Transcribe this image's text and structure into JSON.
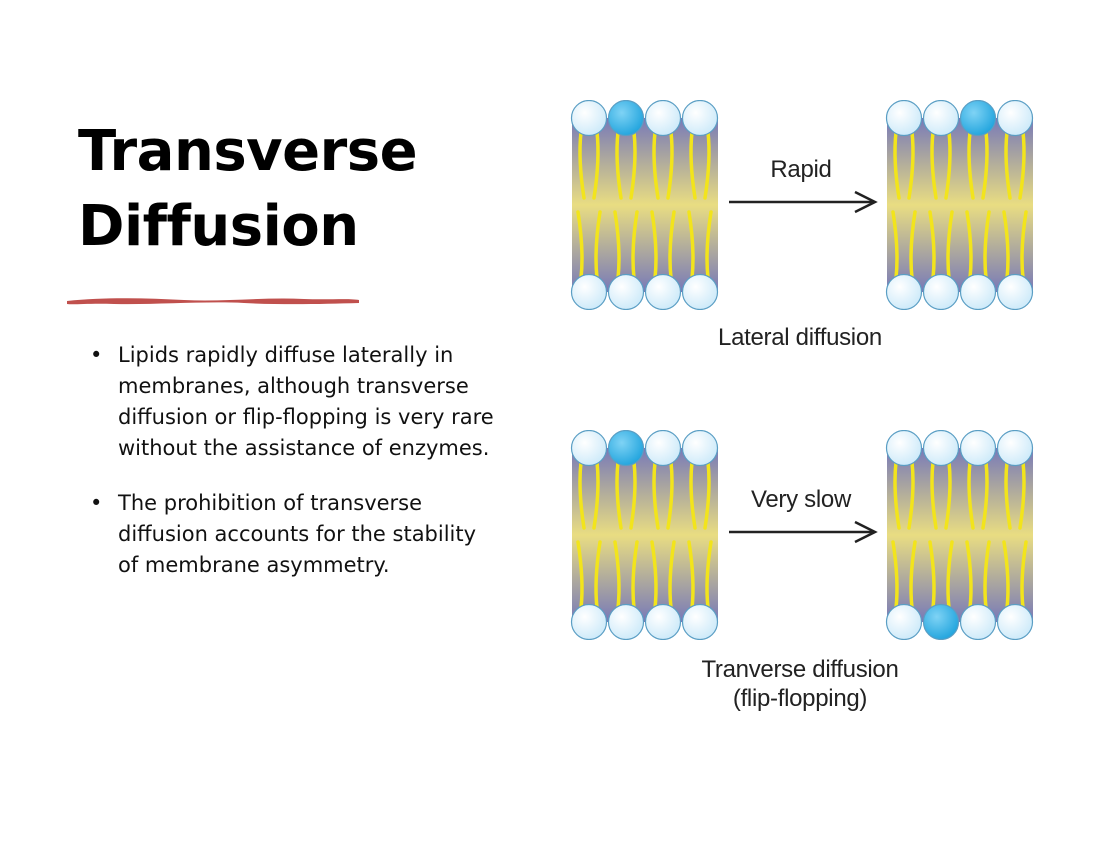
{
  "slide": {
    "title_line1": "Transverse",
    "title_line2": "Diffusion",
    "accent_color": "#c0504d",
    "bullet_glyph": "•",
    "bullets": [
      "Lipids rapidly diffuse laterally in membranes, although transverse diffusion or flip-flopping is very rare without the assistance of enzymes.",
      "The prohibition of transverse diffusion accounts for the stability of membrane asymmetry."
    ]
  },
  "figure": {
    "lateral": {
      "arrow_label": "Rapid",
      "caption": "Lateral diffusion"
    },
    "transverse": {
      "arrow_label": "Very slow",
      "caption_line1": "Tranverse diffusion",
      "caption_line2": "(flip-flopping)"
    },
    "colors": {
      "head": "#cbe9f9",
      "head_marked": "#1fa3dd",
      "tail": "#f2e41c",
      "core_edge": "#7779b8",
      "core_mid": "#e9dd82"
    }
  }
}
